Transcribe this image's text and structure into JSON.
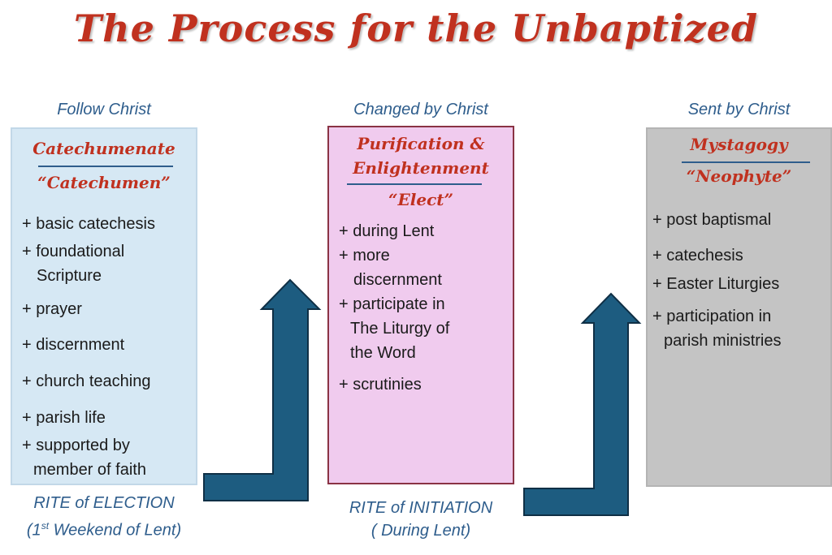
{
  "title": "The Process for the Unbaptized",
  "stages": [
    {
      "caption": "Follow Christ",
      "heading": "Catechumenate",
      "role": "“Catechumen”",
      "items": [
        [
          "+ basic catechesis"
        ],
        [
          "+ foundational",
          "Scripture"
        ],
        [
          "+ prayer"
        ],
        [
          "+ discernment"
        ],
        [
          "+ church teaching"
        ],
        [
          "+ parish life"
        ],
        [
          "+ supported by",
          "member of faith"
        ]
      ]
    },
    {
      "caption": "Changed by Christ",
      "heading_line1": "Purification &",
      "heading_line2": "Enlightenment",
      "role": "“Elect”",
      "items": [
        [
          "+ during Lent"
        ],
        [
          "+ more",
          "discernment"
        ],
        [
          "+ participate in",
          "The Liturgy of",
          "the Word"
        ],
        [
          "+ scrutinies"
        ]
      ]
    },
    {
      "caption": "Sent by Christ",
      "heading": "Mystagogy",
      "role": "“Neophyte”",
      "items": [
        [
          "+ post baptismal"
        ],
        [
          "+ catechesis"
        ],
        [
          "+ Easter Liturgies"
        ],
        [
          "+ participation in",
          "parish ministries"
        ]
      ]
    }
  ],
  "rites": [
    {
      "line1": "RITE of ELECTION",
      "line2_pre": "(1",
      "line2_sup": "st",
      "line2_post": " Weekend of Lent)"
    },
    {
      "line1": "RITE of INITIATION",
      "line2": "( During Lent)"
    }
  ],
  "colors": {
    "title": "#c0311f",
    "caption": "#2e5d8c",
    "arrow_fill": "#1d5c80",
    "arrow_stroke": "#0f2f45",
    "box1": "#d6e8f4",
    "box2": "#f0cbee",
    "box3": "#c4c4c4"
  }
}
